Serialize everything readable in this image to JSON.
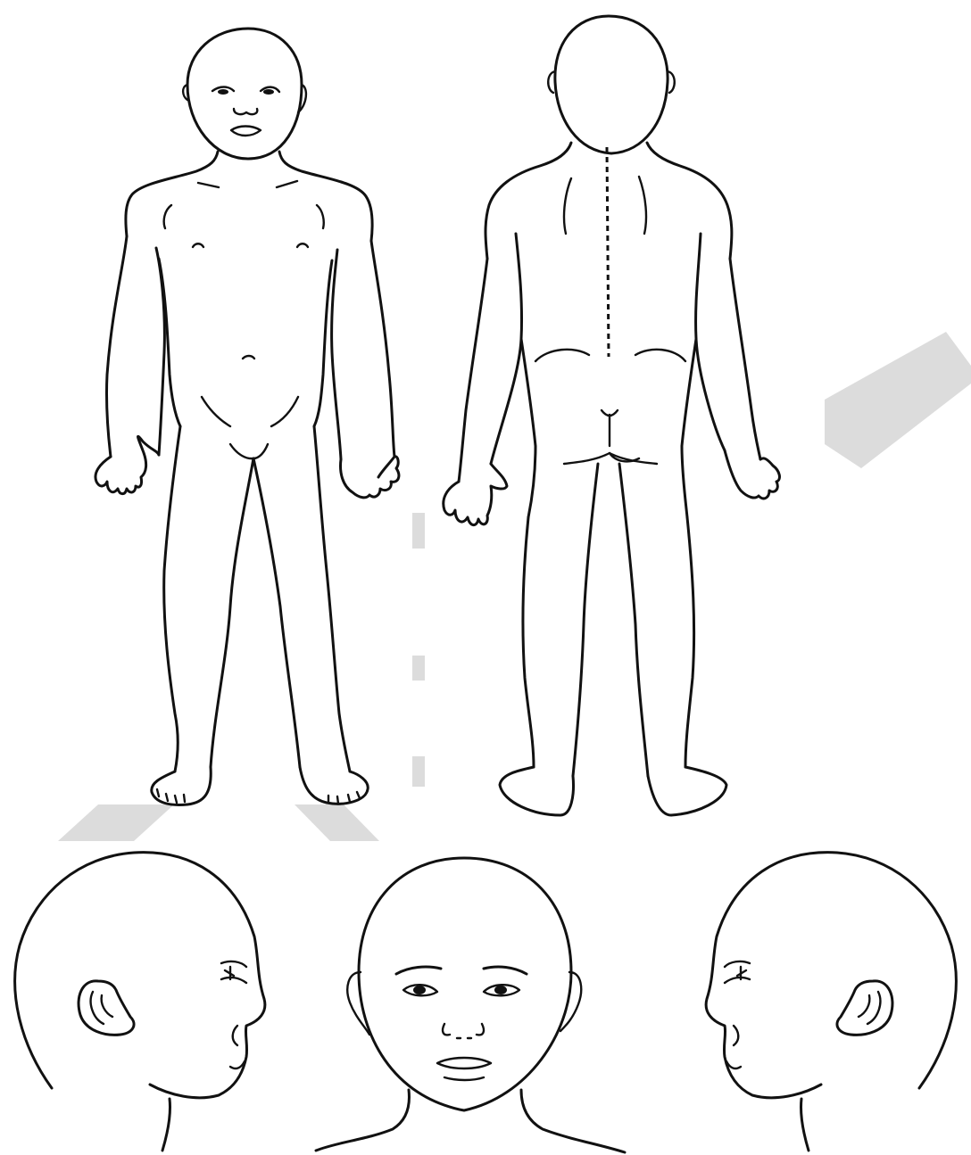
{
  "figure": {
    "views": [
      "body-front",
      "body-back",
      "head-left-profile",
      "head-front",
      "head-right-profile"
    ],
    "colors": {
      "line": "#111111",
      "background": "#ffffff",
      "watermark": "#dcdcdc"
    },
    "watermark_icon": "checkmark-icon"
  }
}
